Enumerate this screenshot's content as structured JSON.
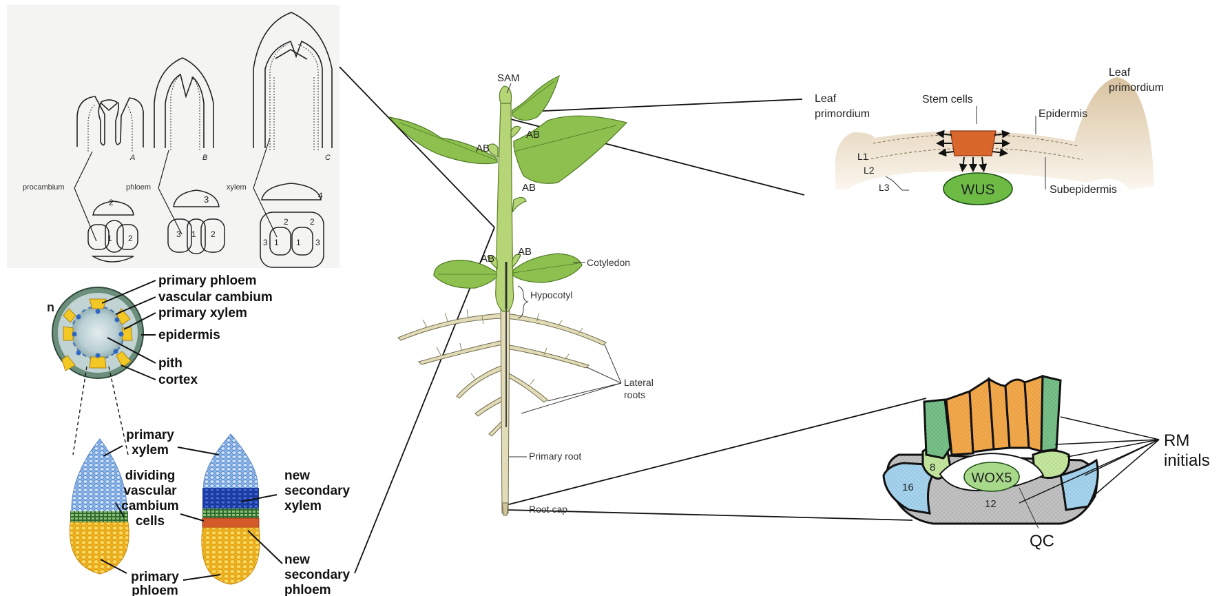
{
  "procambium_panel": {
    "labels": [
      "procambium",
      "phloem",
      "xylem"
    ],
    "stage_letters": [
      "A",
      "B",
      "C"
    ],
    "bundle_numbers": [
      "2",
      "1",
      "2",
      "3",
      "1",
      "2",
      "3",
      "2",
      "4",
      "1",
      "1",
      "3",
      "2",
      "3"
    ]
  },
  "stem_section": {
    "cut_label": "n",
    "labels": [
      "primary phloem",
      "vascular cambium",
      "primary xylem",
      "epidermis",
      "pith",
      "cortex"
    ]
  },
  "bundle_panel": {
    "left_labels": {
      "primary_xylem": [
        "primary",
        "xylem"
      ],
      "dividing_cambium": [
        "dividing",
        "vascular",
        "cambium",
        "cells"
      ],
      "primary_phloem": [
        "primary",
        "phloem"
      ]
    },
    "right_labels": {
      "new_secondary_xylem": [
        "new",
        "secondary",
        "xylem"
      ],
      "new_secondary_phloem": [
        "new",
        "secondary",
        "phloem"
      ]
    }
  },
  "plant": {
    "labels": {
      "sam": "SAM",
      "ab": "AB",
      "cotyledon": "Cotyledon",
      "hypocotyl": "Hypocotyl",
      "lateral_roots": [
        "Lateral",
        "roots"
      ],
      "primary_root": "Primary root",
      "root_cap": "Root cap"
    }
  },
  "shoot_meristem": {
    "leaf_primordium_left": [
      "Leaf",
      "primordium"
    ],
    "leaf_primordium_right": [
      "Leaf",
      "primordium"
    ],
    "stem_cells": "Stem cells",
    "epidermis": "Epidermis",
    "subepidermis": "Subepidermis",
    "layers": [
      "L1",
      "L2",
      "L3"
    ],
    "wus": "WUS"
  },
  "root_meristem": {
    "wox5": "WOX5",
    "qc": "QC",
    "rm_initials": [
      "RM",
      "initials"
    ],
    "cell_numbers": [
      "8",
      "16",
      "12"
    ]
  },
  "colors": {
    "leaf_green": "#8dc04f",
    "stem_green": "#b5d577",
    "root_beige": "#e3dcb8",
    "stem_cells_orange": "#d9662b",
    "wus_green": "#6dbb45",
    "wox5_green": "#a8d88a",
    "xylem_blue": "#6d9ee0",
    "phloem_yellow": "#f4c130",
    "cambium_green": "#5b8a3a"
  }
}
